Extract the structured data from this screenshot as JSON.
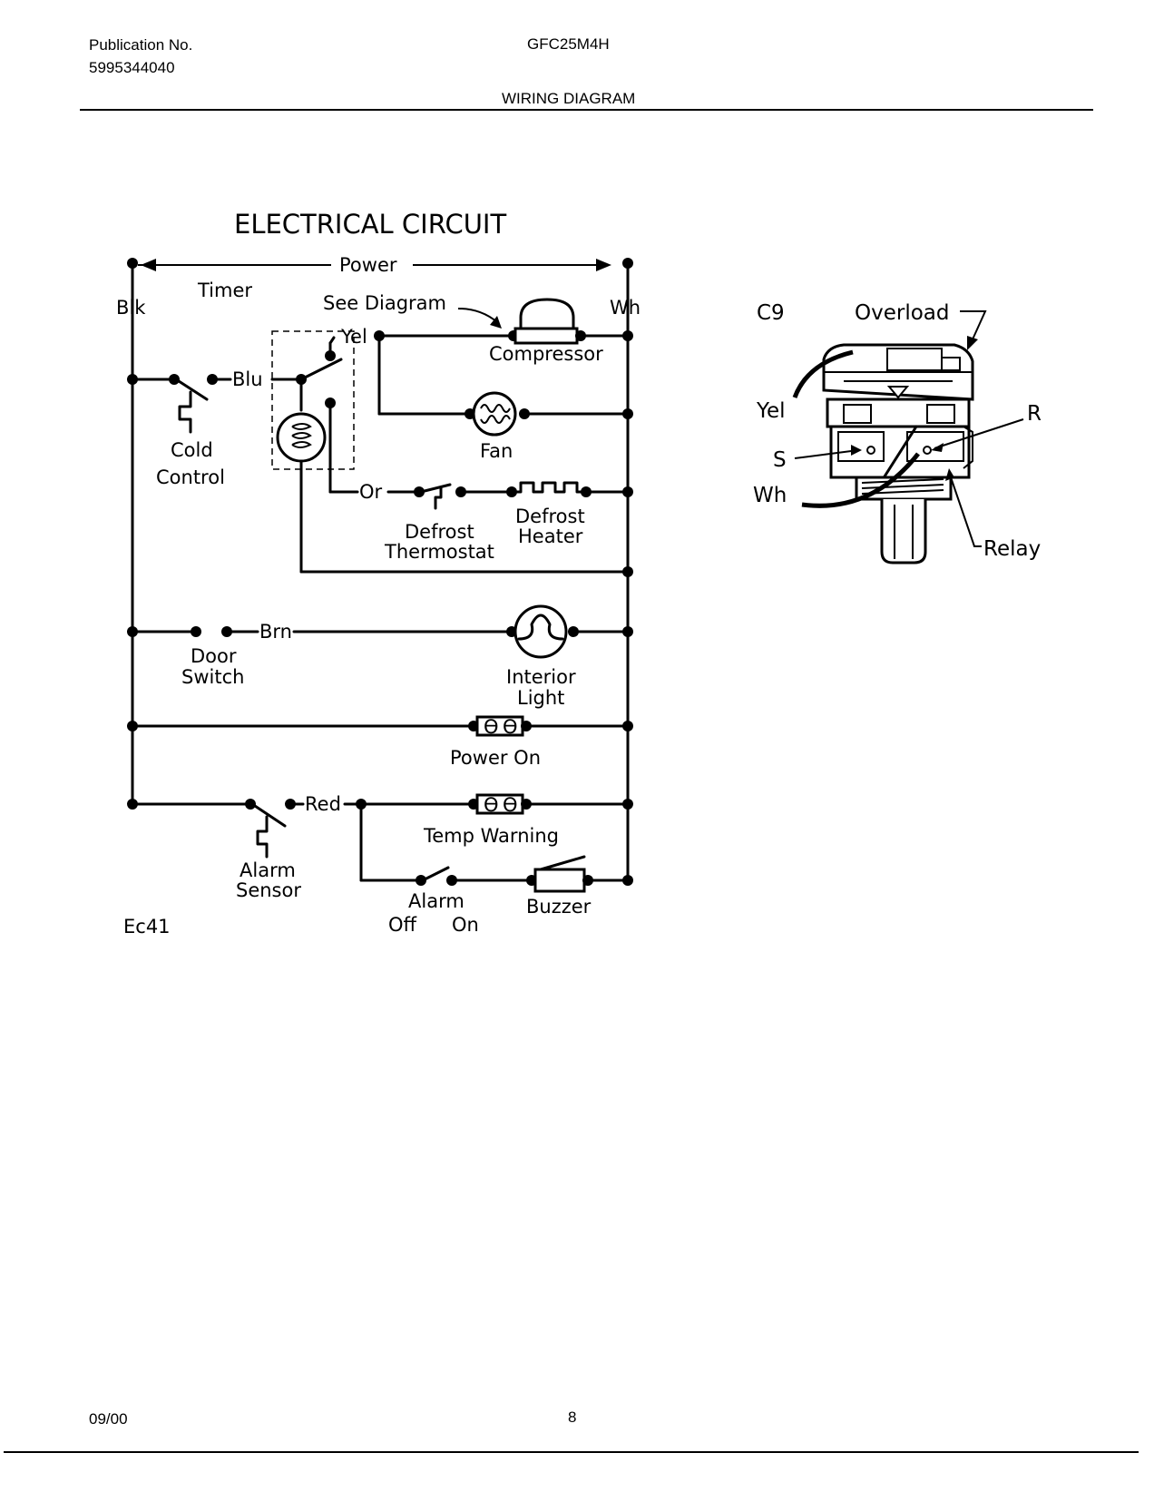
{
  "header": {
    "publication_label": "Publication No.",
    "publication_number": "5995344040",
    "model": "GFC25M4H",
    "section": "WIRING DIAGRAM"
  },
  "circuit": {
    "title": "ELECTRICAL CIRCUIT",
    "power": "Power",
    "blk": "Blk",
    "wh": "Wh",
    "timer": "Timer",
    "see_diagram": "See Diagram",
    "yel": "Yel",
    "blu": "Blu",
    "compressor": "Compressor",
    "fan": "Fan",
    "cold": "Cold",
    "control": "Control",
    "or": "Or",
    "defrost_a": "Defrost",
    "thermostat": "Thermostat",
    "defrost_b": "Defrost",
    "heater": "Heater",
    "brn": "Brn",
    "door": "Door",
    "switch": "Switch",
    "interior": "Interior",
    "light": "Light",
    "power_on": "Power On",
    "red": "Red",
    "temp_warning": "Temp Warning",
    "alarm": "Alarm",
    "sensor": "Sensor",
    "alarm_switch": "Alarm",
    "off": "Off",
    "on": "On",
    "buzzer": "Buzzer",
    "code": "Ec41"
  },
  "relay_diagram": {
    "code": "C9",
    "overload": "Overload",
    "yel": "Yel",
    "r": "R",
    "s": "S",
    "wh": "Wh",
    "relay": "Relay"
  },
  "footer": {
    "date": "09/00",
    "page": "8"
  }
}
